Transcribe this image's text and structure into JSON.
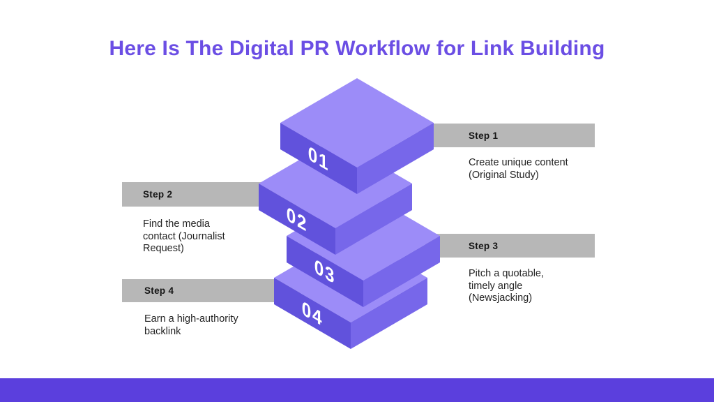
{
  "title": "Here Is The Digital PR Workflow for Link Building",
  "colors": {
    "title": "#6b4ee4",
    "footer_bar": "#5b3fdd",
    "step_bar": "#b7b7b7",
    "block_top": "#9c8cf8",
    "block_left": "#6152dc",
    "block_right": "#7767ea",
    "number_text": "#ffffff",
    "background": "#ffffff",
    "step_label_text": "#151515",
    "description_text": "#232323"
  },
  "steps": [
    {
      "label": "Step 1",
      "number": "01",
      "description": "Create unique content (Original Study)",
      "side": "right"
    },
    {
      "label": "Step 2",
      "number": "02",
      "description": "Find the media contact (Journalist Request)",
      "side": "left"
    },
    {
      "label": "Step 3",
      "number": "03",
      "description": "Pitch a quotable, timely angle (Newsjacking)",
      "side": "right"
    },
    {
      "label": "Step 4",
      "number": "04",
      "description": "Earn a high-authority backlink",
      "side": "left"
    }
  ]
}
